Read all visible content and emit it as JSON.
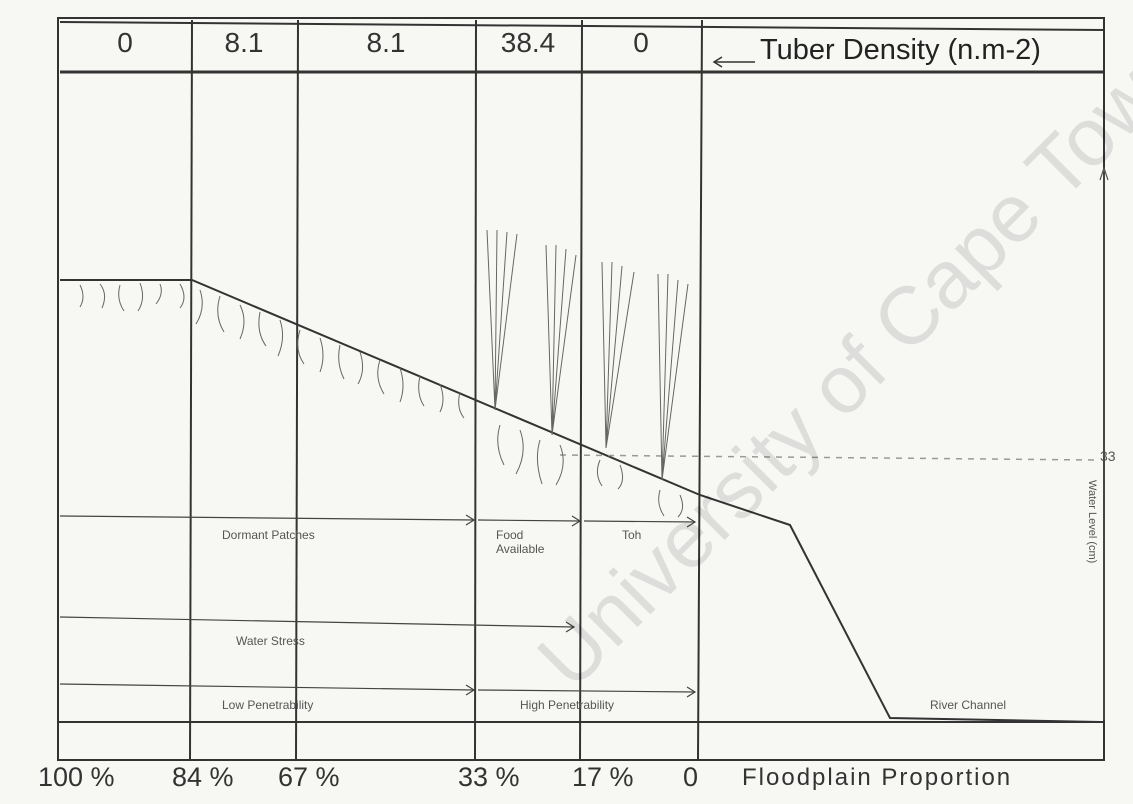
{
  "header": {
    "densities": [
      "0",
      "8.1",
      "8.1",
      "38.4",
      "0"
    ],
    "title": "Tuber Density (n.m-2)"
  },
  "zones": {
    "dormant": "Dormant Patches",
    "food": "Food Available",
    "toh": "Toh",
    "water_stress": "Water Stress",
    "low_pen": "Low Penetrability",
    "high_pen": "High Penetrability",
    "river": "River Channel"
  },
  "axis": {
    "ticks": [
      "100 %",
      "84 %",
      "67 %",
      "33 %",
      "17 %",
      "0"
    ],
    "title": "Floodplain Proportion",
    "right_label": "Water Level (cm)",
    "right_tick": "33"
  },
  "watermark": "University of Cape Town"
}
